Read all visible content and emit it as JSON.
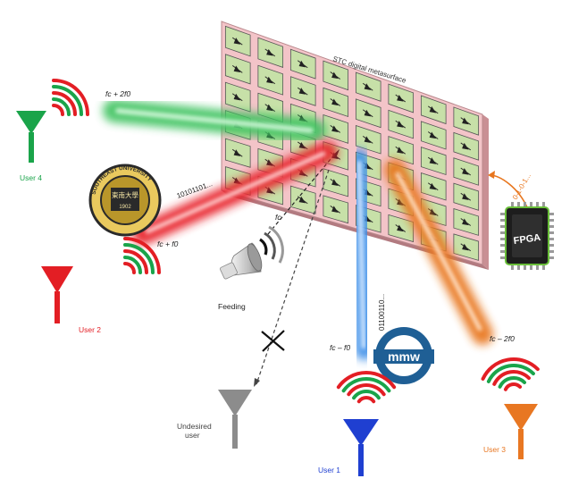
{
  "colors": {
    "user4": "#1aa44a",
    "user2": "#e31e24",
    "user1": "#1f3fd1",
    "user3": "#e87722",
    "undesired": "#8c8c8c",
    "beam_green": "#3cc25e",
    "beam_red": "#e8242a",
    "beam_blue": "#3d8fe8",
    "beam_orange": "#e8761e",
    "panel": "#f3c4c8",
    "cell": "#c7e0a8",
    "wave_red": "#e31e24",
    "wave_green": "#1aa44a"
  },
  "surface": {
    "title": "STC digital metasurface"
  },
  "users": {
    "user4": "User 4",
    "user2": "User 2",
    "user1": "User 1",
    "user3": "User 3",
    "undesired_line1": "Undesired",
    "undesired_line2": "user"
  },
  "freq": {
    "user4": "fc + 2f0",
    "user2": "fc + f0",
    "user1": "fc – f0",
    "user3": "fc – 2f0",
    "feed": "fc"
  },
  "codes": {
    "red": "10101101...",
    "blue": "01100110...",
    "fpga_seq": "0-1-0-1..."
  },
  "labels": {
    "feeding": "Feeding",
    "fpga": "FPGA",
    "mmw": "mmw",
    "seu_top": "SOUTHEAST UNIVERSITY",
    "seu_cn": "東南大學",
    "seu_year": "1902"
  }
}
